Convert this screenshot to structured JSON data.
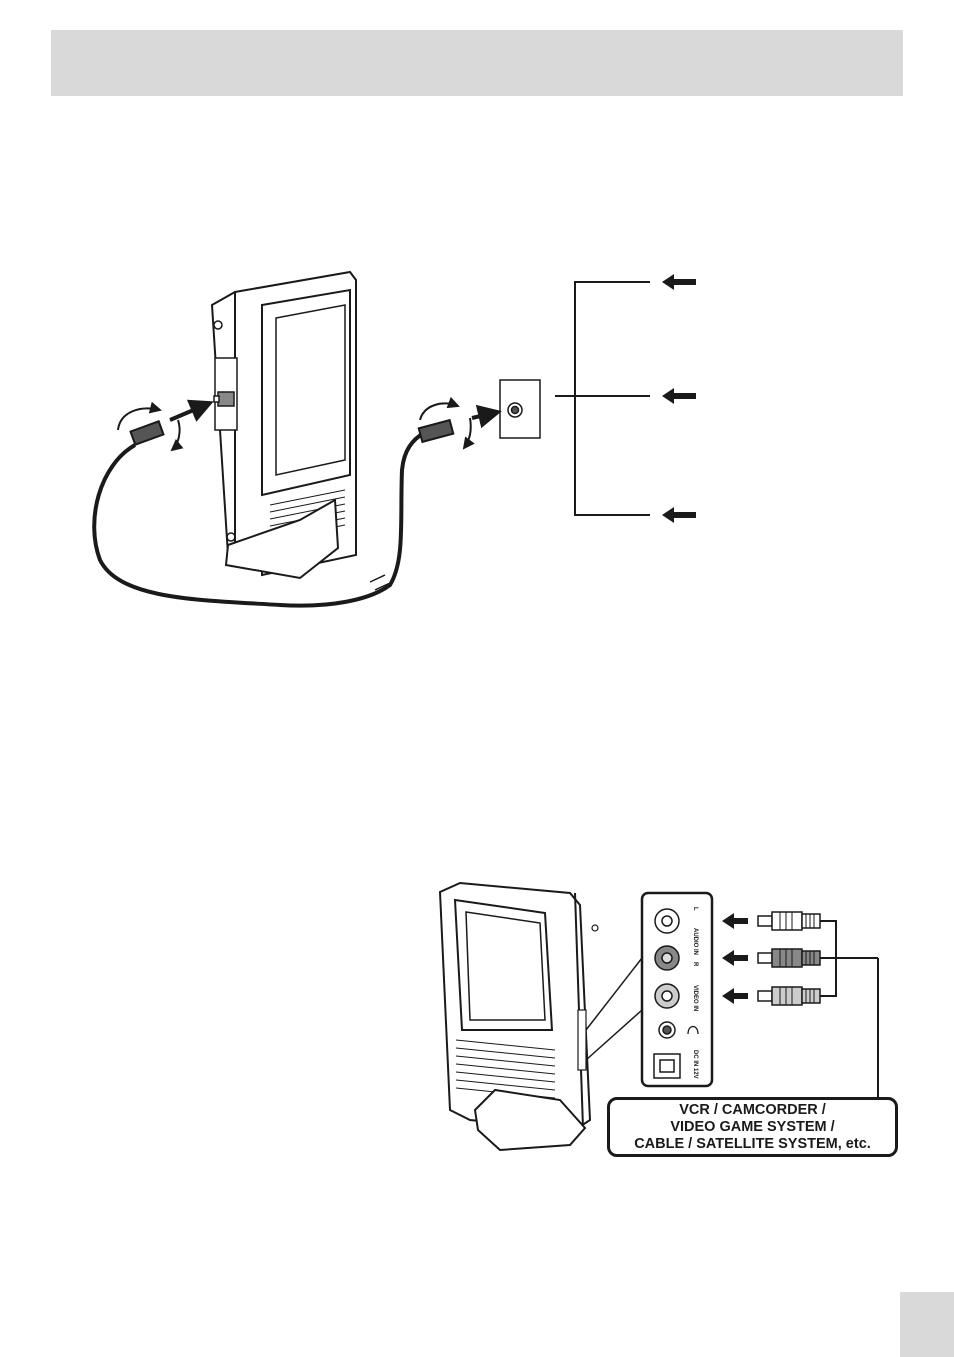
{
  "caption": {
    "line1": "VCR / CAMCORDER /",
    "line2": "VIDEO GAME SYSTEM /",
    "line3": "CABLE / SATELLITE SYSTEM, etc."
  },
  "ports": {
    "audio_left": "L",
    "audio_in": "AUDIO IN",
    "audio_right": "R",
    "video_in": "VIDEO IN",
    "dc_in": "DC IN 12V"
  },
  "colors": {
    "ink": "#1a1a1a",
    "band": "#d9d9d9"
  }
}
